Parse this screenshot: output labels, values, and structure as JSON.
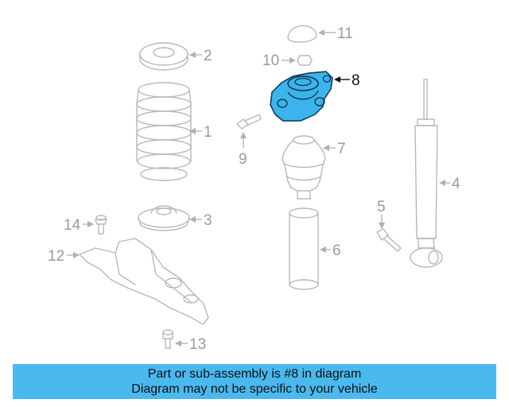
{
  "diagram": {
    "highlight_color": "#3ab4ea",
    "callouts": {
      "c1": "1",
      "c2": "2",
      "c3": "3",
      "c4": "4",
      "c5": "5",
      "c6": "6",
      "c7": "7",
      "c8": "8",
      "c9": "9",
      "c10": "10",
      "c11": "11",
      "c12": "12",
      "c13": "13",
      "c14": "14"
    },
    "highlighted_part": "8"
  },
  "banner": {
    "background": "#4ab9ee",
    "line1": "Part or sub-assembly is #8 in diagram",
    "line2": "Diagram may not be specific to your vehicle"
  }
}
